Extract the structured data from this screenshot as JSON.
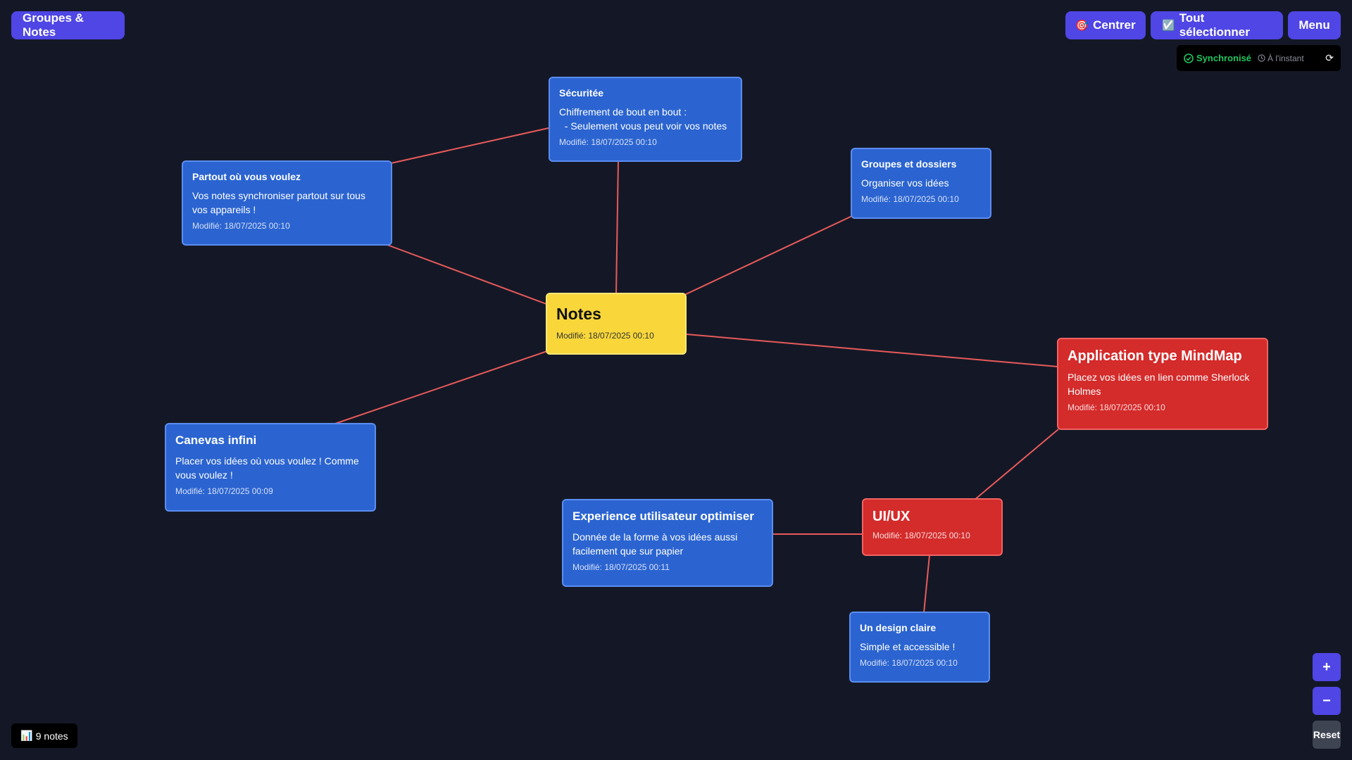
{
  "header": {
    "app_title": "Groupes & Notes",
    "center_label": "Centrer",
    "center_emoji": "🎯",
    "select_all_label": "Tout sélectionner",
    "select_all_emoji": "☑️",
    "menu_label": "Menu"
  },
  "sync": {
    "status": "Synchronisé",
    "time": "À l'instant",
    "refresh_glyph": "⟳"
  },
  "notes": {
    "securite": {
      "title": "Sécuritée",
      "body": "Chiffrement de bout en bout :\n  - Seulement vous peut voir vos notes",
      "modified": "Modifié: 18/07/2025 00:10"
    },
    "partout": {
      "title": "Partout où vous voulez",
      "body": "Vos notes synchroniser partout sur tous vos appareils !",
      "modified": "Modifié: 18/07/2025 00:10"
    },
    "groupes": {
      "title": "Groupes et dossiers",
      "body": "Organiser vos idées",
      "modified": "Modifié: 18/07/2025 00:10"
    },
    "notes": {
      "title": "Notes",
      "modified": "Modifié: 18/07/2025 00:10"
    },
    "mindmap": {
      "title": "Application type MindMap",
      "body": "Placez vos idées en lien comme Sherlock Holmes",
      "modified": "Modifié: 18/07/2025 00:10"
    },
    "canevas": {
      "title": "Canevas infini",
      "body": "Placer vos idées où vous voulez ! Comme vous voulez !",
      "modified": "Modifié: 18/07/2025 00:09"
    },
    "experience": {
      "title": "Experience utilisateur optimiser",
      "body": "Donnée de la forme à vos idées aussi facilement que sur papier",
      "modified": "Modifié: 18/07/2025 00:11"
    },
    "uiux": {
      "title": "UI/UX",
      "modified": "Modifié: 18/07/2025 00:10"
    },
    "design": {
      "title": "Un design claire",
      "body": "Simple et accessible !",
      "modified": "Modifié: 18/07/2025 00:10"
    }
  },
  "footer": {
    "count_emoji": "📊",
    "count_label": "9 notes"
  },
  "zoom": {
    "in_label": "+",
    "out_label": "−",
    "reset_label": "Reset"
  },
  "colors": {
    "background": "#141826",
    "accent": "#4f46e5",
    "link": "#e85a5a",
    "note_blue": "#2b64d0",
    "note_red": "#d42b2b",
    "note_yellow": "#f9d73a",
    "sync_ok": "#22c55e"
  }
}
